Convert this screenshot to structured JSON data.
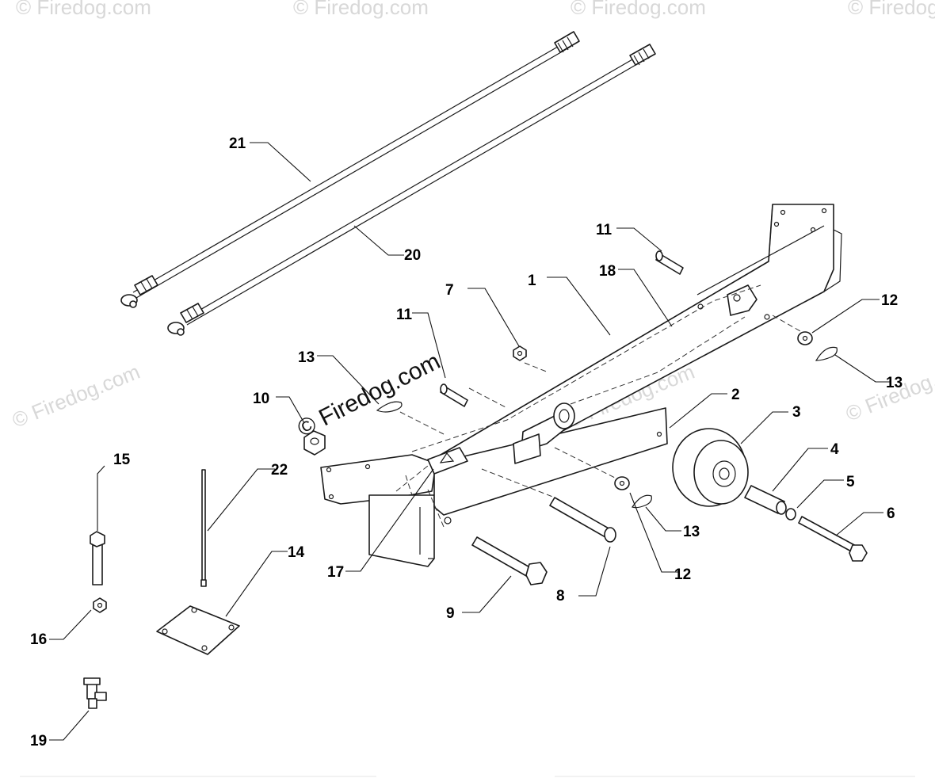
{
  "diagram": {
    "watermark_text": "© Firedog.com",
    "callouts": [
      {
        "id": "c1",
        "label": "1"
      },
      {
        "id": "c2",
        "label": "2"
      },
      {
        "id": "c3",
        "label": "3"
      },
      {
        "id": "c4",
        "label": "4"
      },
      {
        "id": "c5",
        "label": "5"
      },
      {
        "id": "c6",
        "label": "6"
      },
      {
        "id": "c7",
        "label": "7"
      },
      {
        "id": "c8",
        "label": "8"
      },
      {
        "id": "c9",
        "label": "9"
      },
      {
        "id": "c10",
        "label": "10"
      },
      {
        "id": "c11a",
        "label": "11"
      },
      {
        "id": "c11b",
        "label": "11"
      },
      {
        "id": "c12a",
        "label": "12"
      },
      {
        "id": "c12b",
        "label": "12"
      },
      {
        "id": "c13a",
        "label": "13"
      },
      {
        "id": "c13b",
        "label": "13"
      },
      {
        "id": "c13c",
        "label": "13"
      },
      {
        "id": "c14",
        "label": "14"
      },
      {
        "id": "c15",
        "label": "15"
      },
      {
        "id": "c16",
        "label": "16"
      },
      {
        "id": "c17",
        "label": "17"
      },
      {
        "id": "c18",
        "label": "18"
      },
      {
        "id": "c19",
        "label": "19"
      },
      {
        "id": "c20",
        "label": "20"
      },
      {
        "id": "c21",
        "label": "21"
      },
      {
        "id": "c22",
        "label": "22"
      }
    ]
  }
}
